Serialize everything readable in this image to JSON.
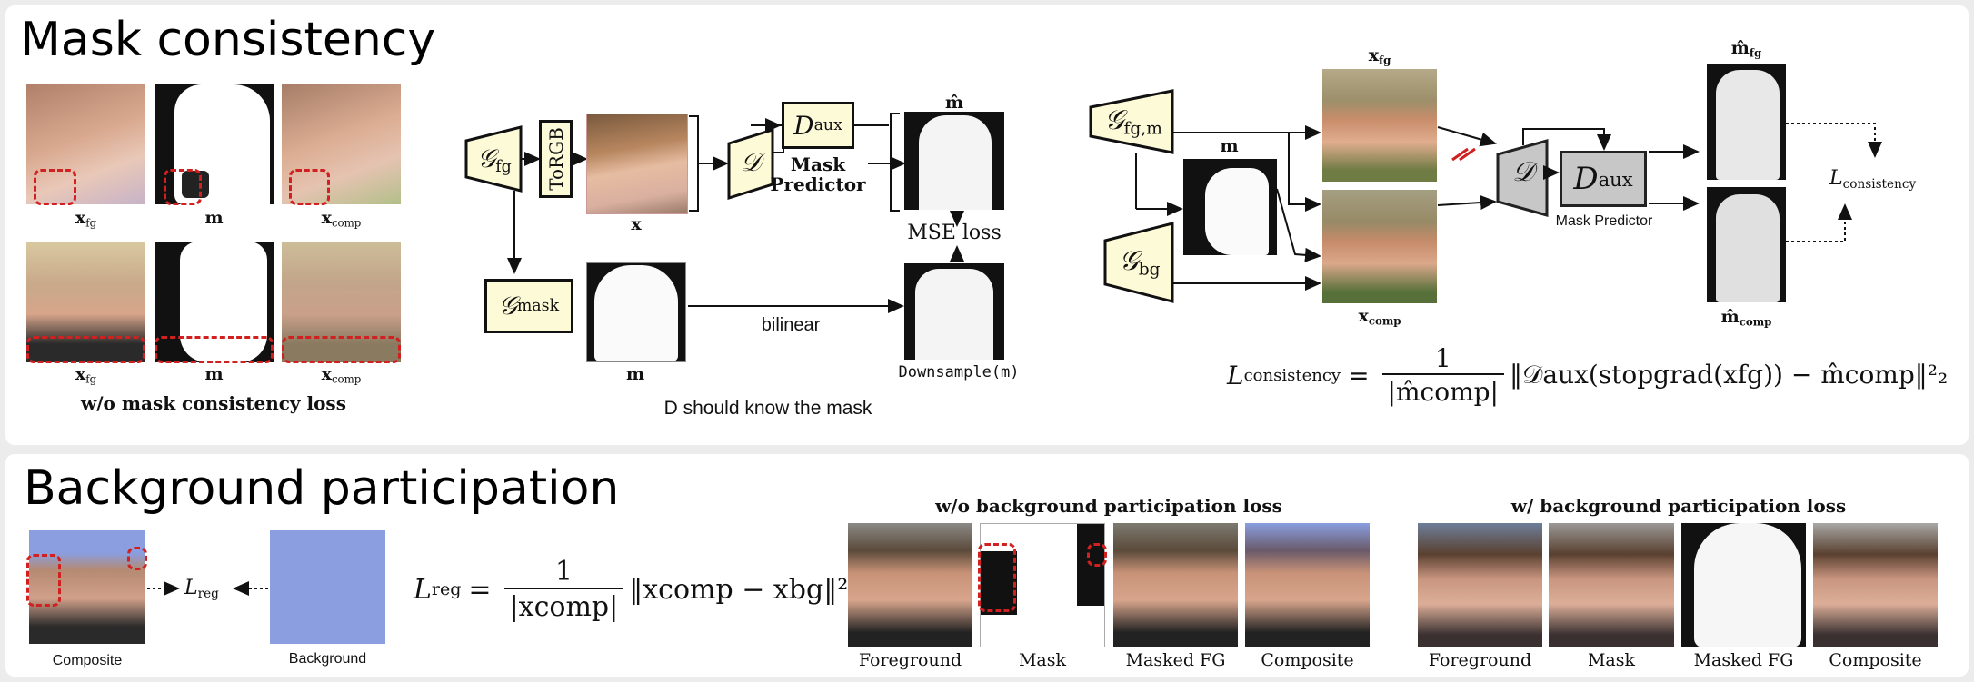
{
  "mask_section": {
    "title": "Mask consistency",
    "examples": {
      "top_labels": [
        "x_fg",
        "m",
        "x_comp"
      ],
      "bottom_labels": [
        "x_fg",
        "m",
        "x_comp"
      ],
      "caption": "w/o mask consistency loss"
    },
    "pipeline": {
      "g_fg": "𝒢",
      "g_fg_sub": "fg",
      "torgb": "ToRGB",
      "image_label": "x",
      "d": "𝒟",
      "d_aux": "D",
      "d_aux_sub": "aux",
      "mask_predictor": "Mask Predictor",
      "m_hat": "m̂",
      "mse": "MSE loss",
      "g_mask": "𝒢",
      "g_mask_sub": "mask",
      "mask_label": "m",
      "bilinear": "bilinear",
      "downsample": "Downsample(m)",
      "note": "D should know the mask"
    },
    "right_pipeline": {
      "g_fgm": "𝒢",
      "g_fgm_sub": "fg,m",
      "m_label": "m",
      "g_bg": "𝒢",
      "g_bg_sub": "bg",
      "x_fg_label": "x",
      "x_fg_sub": "fg",
      "x_comp_label": "x",
      "x_comp_sub": "comp",
      "d": "𝒟",
      "d_aux": "D",
      "d_aux_sub": "aux",
      "mask_predictor": "Mask Predictor",
      "m_hat_fg": "m̂",
      "m_hat_fg_sub": "fg",
      "m_hat_comp": "m̂",
      "m_hat_comp_sub": "comp",
      "loss_label": "L",
      "loss_sub": "consistency"
    },
    "equation": {
      "lhs": "L",
      "lhs_sub": "consistency",
      "numerator": "1",
      "denominator": "|m̂comp|",
      "body": "‖𝒟aux(stopgrad(xfg)) − m̂comp‖²₂"
    }
  },
  "bg_section": {
    "title": "Background participation",
    "composite_label": "Composite",
    "background_label": "Background",
    "l_reg": "L",
    "l_reg_sub": "reg",
    "equation": {
      "lhs": "L",
      "lhs_sub": "reg",
      "numerator": "1",
      "denominator": "|xcomp|",
      "body": "‖xcomp − xbg‖²₂"
    },
    "without": {
      "caption": "w/o background participation loss",
      "labels": [
        "Foreground",
        "Mask",
        "Masked FG",
        "Composite"
      ]
    },
    "with": {
      "caption": "w/ background participation loss",
      "labels": [
        "Foreground",
        "Mask",
        "Masked FG",
        "Composite"
      ]
    }
  },
  "colors": {
    "generator_fill": "#fdfad8",
    "discriminator_fill": "#c7c7c7",
    "dash_red": "#d02020",
    "bg_blue": "#8a9ee0"
  }
}
